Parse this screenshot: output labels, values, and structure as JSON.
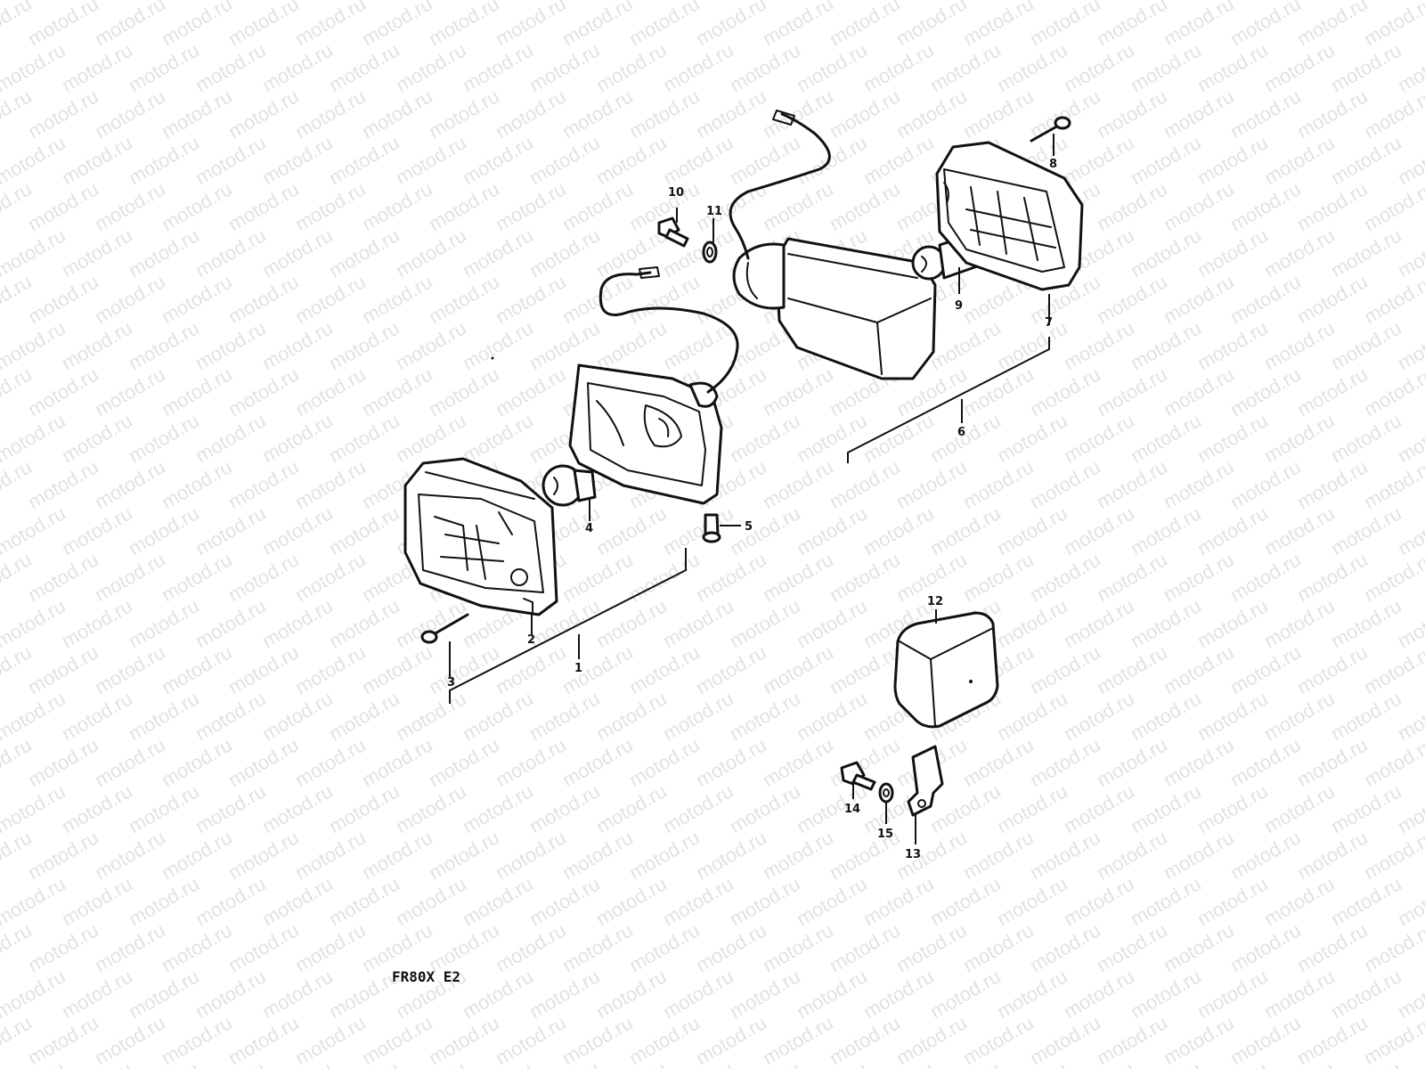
{
  "diagram": {
    "watermark": "motod.ru",
    "caption": "FR80X E2",
    "callouts": [
      "1",
      "2",
      "3",
      "4",
      "5",
      "6",
      "7",
      "8",
      "9",
      "10",
      "11",
      "12",
      "13",
      "14",
      "15"
    ]
  },
  "colors": {
    "ink": "#111111",
    "watermark": "#e2e2e2",
    "background": "#ffffff"
  }
}
